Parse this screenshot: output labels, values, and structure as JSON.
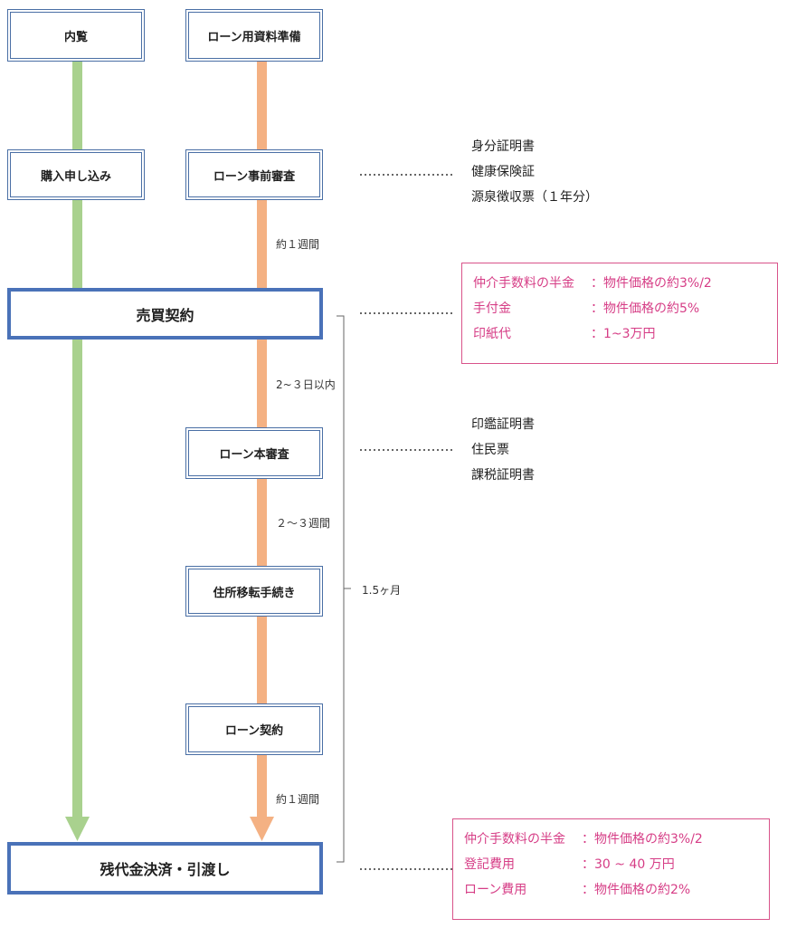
{
  "steps": {
    "viewing": "内覧",
    "loan_docs": "ローン用資料準備",
    "purchase_application": "購入申し込み",
    "loan_pre_review": "ローン事前審査",
    "sales_contract": "売買契約",
    "loan_main_review": "ローン本審査",
    "address_change": "住所移転手続き",
    "loan_contract": "ローン契約",
    "final_payment": "残代金決済・引渡し"
  },
  "durations": {
    "pre_review": "約１週間",
    "after_contract": "2~３日以内",
    "main_review": "２〜３週間",
    "loan_contract": "約１週間",
    "total_span": "1.5ヶ月"
  },
  "pre_review_documents": [
    "身分証明書",
    "健康保険証",
    "源泉徴収票（１年分）"
  ],
  "main_review_documents": [
    "印鑑証明書",
    "住民票",
    "課税証明書"
  ],
  "contract_costs": [
    {
      "label": "仲介手数料の半金",
      "value": "：物件価格の約3%/2"
    },
    {
      "label": "手付金",
      "value": "：物件価格の約5%"
    },
    {
      "label": "印紙代",
      "value": "：1~3万円"
    }
  ],
  "settlement_costs": [
    {
      "label": "仲介手数料の半金",
      "value": "：物件価格の約3%/2"
    },
    {
      "label": "登記費用",
      "value": "：30 ~ 40 万円"
    },
    {
      "label": "ローン費用",
      "value": "：物件価格の約2%"
    }
  ],
  "colors": {
    "buyer_flow": "#a9d18e",
    "loan_flow": "#f4b183",
    "box_border": "#4a72b8",
    "cost_text": "#d63d86",
    "cost_border": "#d9538a"
  }
}
